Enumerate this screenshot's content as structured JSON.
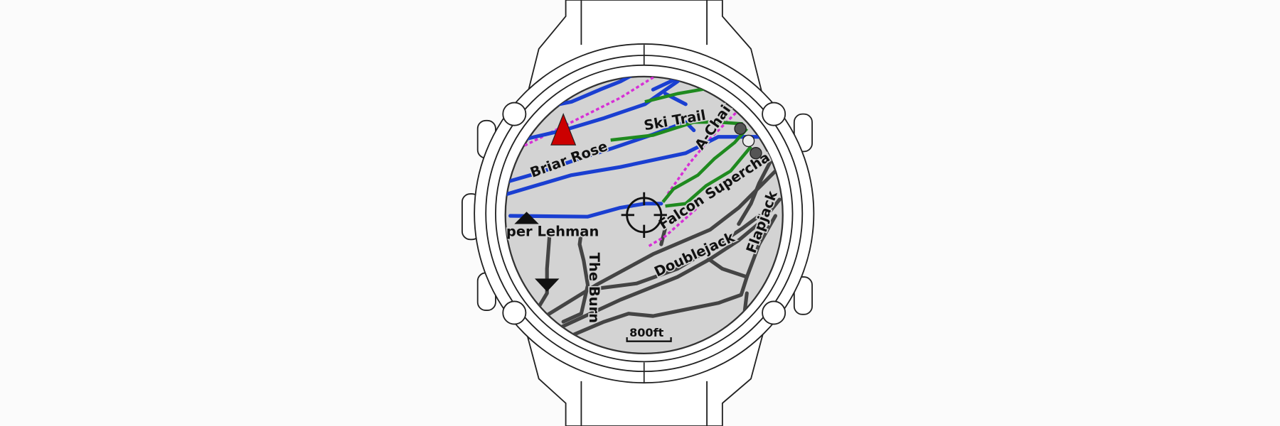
{
  "device": "watch-map-display",
  "map": {
    "labels": {
      "ski_trail": "Ski Trail",
      "briar_rose": "Briar Rose",
      "a_chair": "A-Chair",
      "falcon_supercharger": "Falcon Supercharg",
      "upper_lehman": "per Lehman",
      "the_burn": "The Burn",
      "doublejack": "Doublejack",
      "flapjack": "Flapjack"
    },
    "scale": "800ft",
    "colors": {
      "screen": "#d3d3d3",
      "trail_blue": "#1a3fd1",
      "trail_green": "#1f8a1f",
      "lift_magenta": "#d62fd6",
      "trail_black": "#444444",
      "north_arrow": "#cc0000"
    },
    "icons": [
      "north-arrow-icon",
      "crosshair-icon",
      "zoom-in-triangle-icon",
      "zoom-out-triangle-icon",
      "lift-station-icon"
    ]
  }
}
